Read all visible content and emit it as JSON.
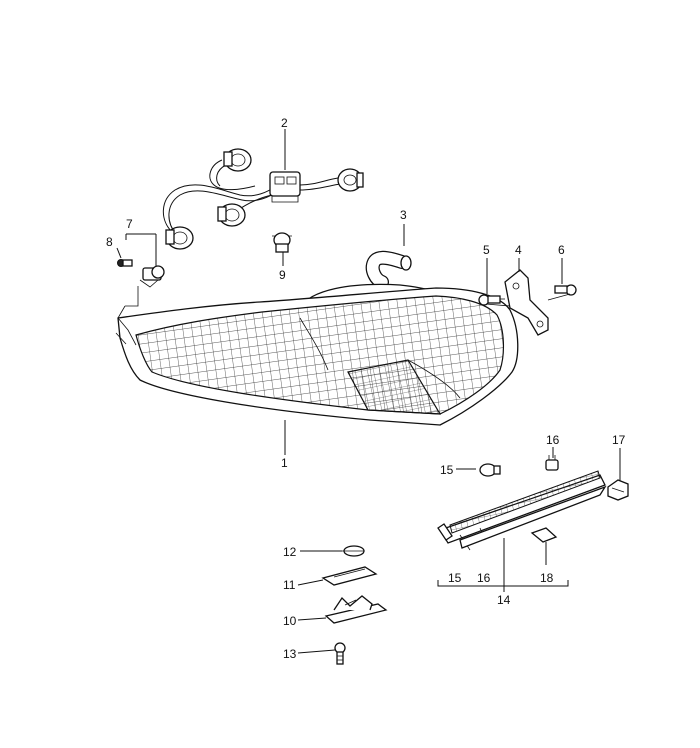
{
  "callouts": {
    "c1": "1",
    "c2": "2",
    "c3": "3",
    "c4": "4",
    "c5": "5",
    "c6": "6",
    "c7": "7",
    "c8": "8",
    "c9": "9",
    "c10": "10",
    "c11": "11",
    "c12": "12",
    "c13": "13",
    "c14": "14",
    "c15": "15",
    "c16": "16",
    "c17": "17",
    "c18": "18",
    "c15b": "15",
    "c16b": "16"
  }
}
